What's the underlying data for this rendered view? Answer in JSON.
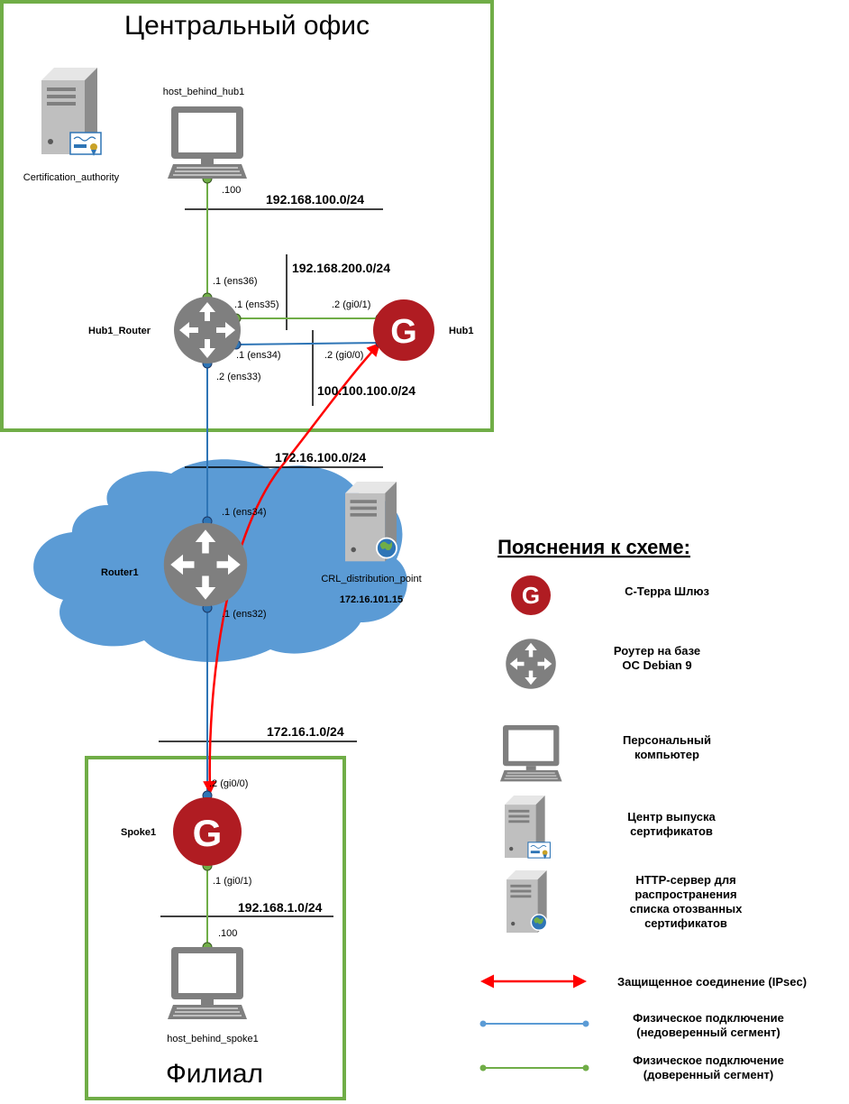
{
  "zones": {
    "central": "Центральный офис",
    "branch": "Филиал"
  },
  "devices": {
    "ca": "Certification_authority",
    "host_hub": "host_behind_hub1",
    "hub_router": "Hub1_Router",
    "hub1": "Hub1",
    "router1": "Router1",
    "crl": "CRL_distribution_point",
    "crl_ip": "172.16.101.15",
    "spoke1": "Spoke1",
    "host_spoke": "host_behind_spoke1"
  },
  "gateway_letter": "G",
  "networks": {
    "n100": "192.168.100.0/24",
    "n200": "192.168.200.0/24",
    "n100_100": "100.100.100.0/24",
    "n172_100": "172.16.100.0/24",
    "n172_1": "172.16.1.0/24",
    "n1": "192.168.1.0/24"
  },
  "ifaces": {
    "host_hub": ".100",
    "hr_ens36": ".1 (ens36)",
    "hr_ens35": ".1 (ens35)",
    "hr_ens34": ".1 (ens34)",
    "hr_ens33": ".2 (ens33)",
    "hub_gi01": ".2 (gi0/1)",
    "hub_gi00": ".2 (gi0/0)",
    "r1_ens34": ".1 (ens34)",
    "r1_ens32": ".1 (ens32)",
    "sp_gi00": ".2 (gi0/0)",
    "sp_gi01": ".1 (gi0/1)",
    "host_spoke": ".100"
  },
  "legend": {
    "title": "Пояснения к схеме:",
    "gateway": "С-Терра Шлюз",
    "router_l1": "Роутер на базе",
    "router_l2": "ОС Debian 9",
    "pc_l1": "Персональный",
    "pc_l2": "компьютер",
    "ca_l1": "Центр выпуска",
    "ca_l2": "сертификатов",
    "http_l1": "HTTP-сервер для",
    "http_l2": "распространения",
    "http_l3": "списка отозванных",
    "http_l4": "сертификатов",
    "ipsec": "Защищенное соединение (IPsec)",
    "untrusted_l1": "Физическое подключение",
    "untrusted_l2": "(недоверенный сегмент)",
    "trusted_l1": "Физическое подключение",
    "trusted_l2": "(доверенный сегмент)"
  },
  "colors": {
    "zone_border": "#70ad47",
    "cloud": "#5b9bd5",
    "trusted": "#70ad47",
    "untrusted": "#2e75b6",
    "ipsec": "#ff0000",
    "gateway": "#b01c22",
    "router": "#7f7f7f"
  }
}
